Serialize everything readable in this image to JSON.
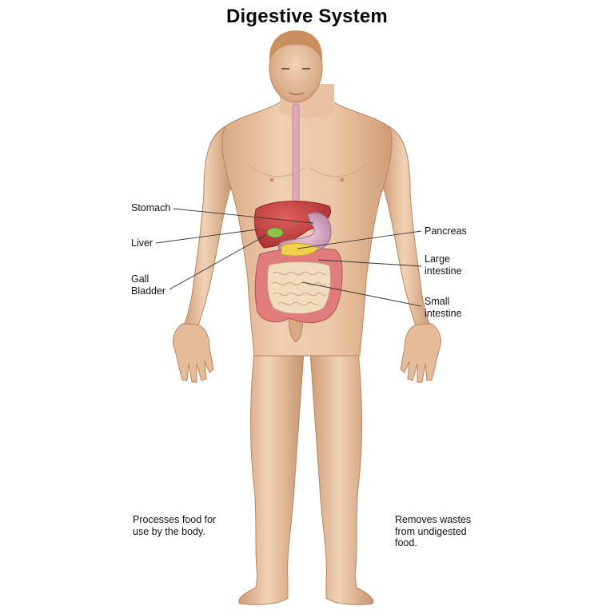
{
  "title": "Digestive System",
  "labels": {
    "left": [
      {
        "id": "stomach",
        "lines": [
          "Stomach"
        ]
      },
      {
        "id": "liver",
        "lines": [
          "Liver"
        ]
      },
      {
        "id": "gall_bladder",
        "lines": [
          "Gall",
          "Bladder"
        ]
      }
    ],
    "right": [
      {
        "id": "pancreas",
        "lines": [
          "Pancreas"
        ]
      },
      {
        "id": "large_intestine",
        "lines": [
          "Large",
          "intestine"
        ]
      },
      {
        "id": "small_intestine",
        "lines": [
          "Small",
          "intestine"
        ]
      }
    ]
  },
  "notes": {
    "left": "Processes food for\nuse by the body.",
    "right": "Removes wastes\nfrom undigested\nfood."
  },
  "colors": {
    "skin": "#e9c3a2",
    "skin_shadow": "#c99873",
    "liver": "#c8403f",
    "stomach": "#d7a6c2",
    "gall_bladder": "#8fc548",
    "pancreas": "#f0d24a",
    "large_intestine": "#e07d7c",
    "small_intestine": "#f2dcc0",
    "esophagus": "#e2a7b8",
    "leader_line": "#333333"
  }
}
